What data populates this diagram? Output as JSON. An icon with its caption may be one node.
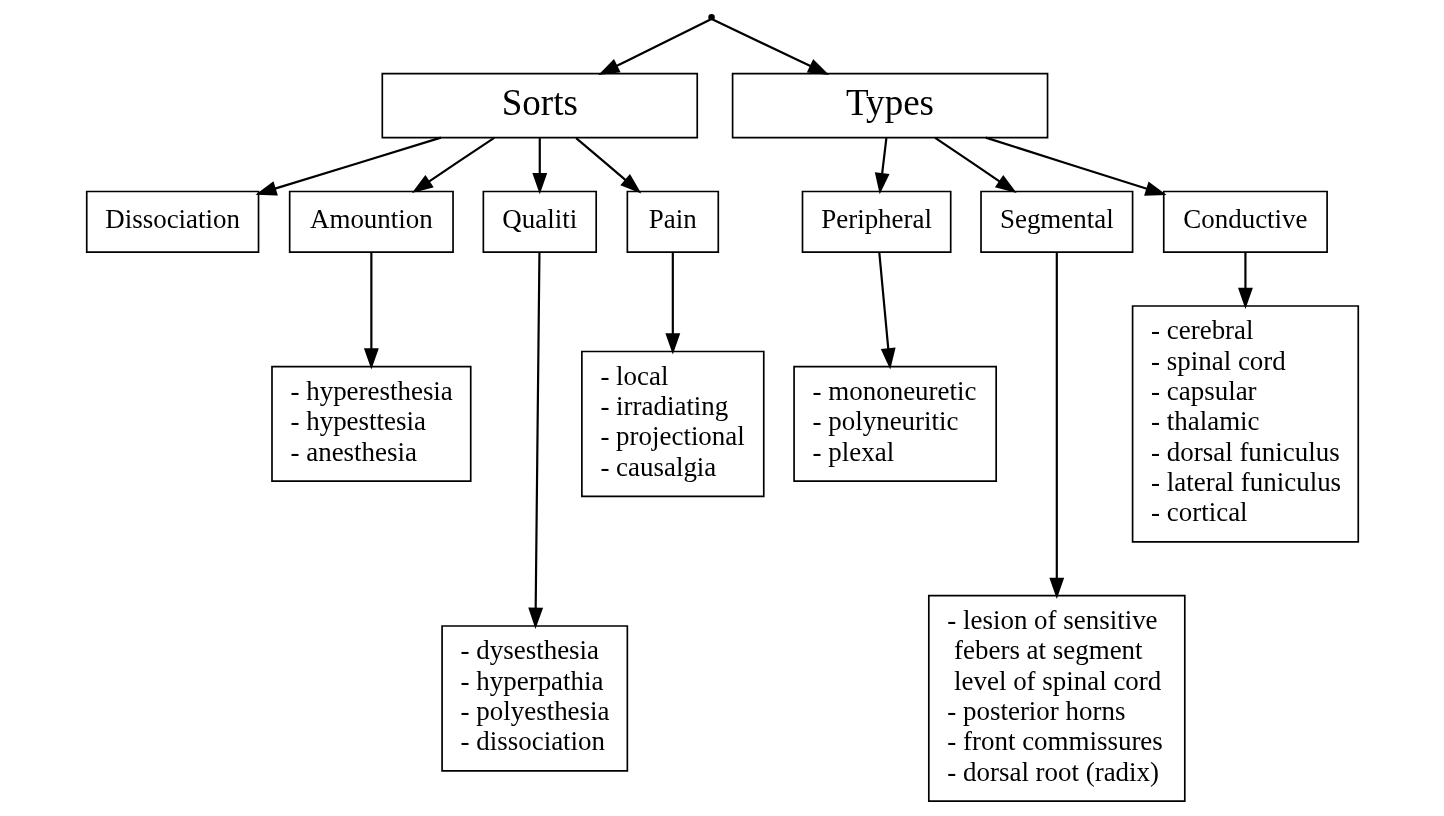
{
  "diagram": {
    "nodes": [
      {
        "text": [
          "Sorts"
        ]
      },
      {
        "text": [
          "Types"
        ]
      },
      {
        "text": [
          "Dissociation"
        ]
      },
      {
        "text": [
          "Amountion"
        ]
      },
      {
        "text": [
          "Qualiti"
        ]
      },
      {
        "text": [
          "Pain"
        ]
      },
      {
        "text": [
          "Peripheral"
        ]
      },
      {
        "text": [
          "Segmental"
        ]
      },
      {
        "text": [
          "Conductive"
        ]
      },
      {
        "text": [
          "- hyperesthesia",
          "- hypesttesia",
          "- anesthesia"
        ]
      },
      {
        "text": [
          "- local",
          "- irradiating",
          "- projectional",
          "- causalgia"
        ]
      },
      {
        "text": [
          "- dysesthesia",
          "- hyperpathia",
          "- polyesthesia",
          "- dissociation"
        ]
      },
      {
        "text": [
          "- mononeuretic",
          "- polyneuritic",
          "- plexal"
        ]
      },
      {
        "text": [
          "- lesion of sensitive febers at segment level of spinal cord",
          "- posterior horns",
          "- front commissures",
          "- dorsal root (radix)"
        ]
      },
      {
        "text": [
          "- cerebral",
          "- spinal cord",
          "- capsular",
          "- thalamic",
          "- dorsal funiculus",
          "- lateral funiculus",
          "- cortical"
        ]
      },
      {
        "text": [],
        "shape": "point"
      }
    ],
    "edges": [
      {
        "from": 15,
        "to": 0,
        "arrow": "to"
      },
      {
        "from": 15,
        "to": 1,
        "arrow": "to"
      },
      {
        "from": 0,
        "to": 2,
        "arrow": "to"
      },
      {
        "from": 0,
        "to": 3,
        "arrow": "to"
      },
      {
        "from": 0,
        "to": 4,
        "arrow": "to"
      },
      {
        "from": 0,
        "to": 5,
        "arrow": "to"
      },
      {
        "from": 1,
        "to": 6,
        "arrow": "to"
      },
      {
        "from": 1,
        "to": 7,
        "arrow": "to"
      },
      {
        "from": 1,
        "to": 8,
        "arrow": "to"
      },
      {
        "from": 3,
        "to": 9,
        "arrow": "to"
      },
      {
        "from": 5,
        "to": 10,
        "arrow": "to"
      },
      {
        "from": 4,
        "to": 11,
        "arrow": "to"
      },
      {
        "from": 6,
        "to": 12,
        "arrow": "to"
      },
      {
        "from": 7,
        "to": 13,
        "arrow": "to"
      },
      {
        "from": 8,
        "to": 14,
        "arrow": "to"
      }
    ]
  }
}
